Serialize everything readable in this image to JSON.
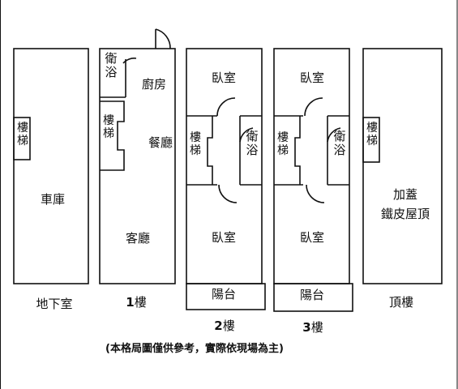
{
  "floors": {
    "basement": {
      "caption": "地下室",
      "garage": "車庫",
      "stairs": "樓梯"
    },
    "first": {
      "caption_num": "1",
      "caption_suffix": "樓",
      "bathroom": "衛浴",
      "kitchen": "廚房",
      "stairs": "樓梯",
      "dining": "餐廳",
      "living": "客廳"
    },
    "second": {
      "caption_num": "2",
      "caption_suffix": "樓",
      "bedroom_front": "臥室",
      "stairs": "樓梯",
      "bathroom": "衛浴",
      "bedroom_back": "臥室",
      "balcony": "陽台"
    },
    "third": {
      "caption_num": "3",
      "caption_suffix": "樓",
      "bedroom_front": "臥室",
      "stairs": "樓梯",
      "bathroom": "衛浴",
      "bedroom_back": "臥室",
      "balcony": "陽台"
    },
    "roof": {
      "caption": "頂樓",
      "stairs": "樓梯",
      "addition_line1": "加蓋",
      "addition_line2": "鐵皮屋頂"
    }
  },
  "note": "(本格局圖僅供參考，實際依現場為主)",
  "colors": {
    "line": "#111111",
    "background": "#ffffff"
  }
}
